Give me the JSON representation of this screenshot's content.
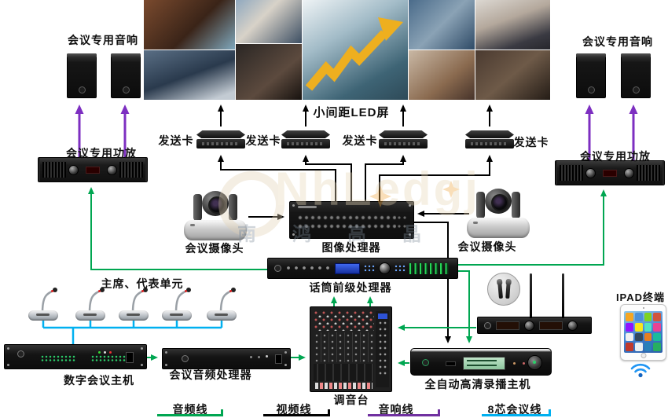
{
  "screen": {
    "label": "小间距LED屏"
  },
  "speakers": {
    "left": "会议专用音响",
    "right": "会议专用音响"
  },
  "amplifiers": {
    "left": "会议专用功放",
    "right": "会议专用功放"
  },
  "sending_cards": [
    "发送卡",
    "发送卡",
    "发送卡",
    "发送卡"
  ],
  "image_processor": {
    "label": "图像处理器"
  },
  "cameras": {
    "left": "会议摄像头",
    "right": "会议摄像头"
  },
  "mic_preamp": {
    "label": "话筒前级处理器"
  },
  "delegate_units": {
    "label": "主席、代表单元"
  },
  "conference_host": {
    "label": "数字会议主机"
  },
  "audio_processor": {
    "label": "会议音频处理器"
  },
  "mixer": {
    "label": "调音台"
  },
  "recorder": {
    "label": "全自动高清录播主机"
  },
  "ipad": {
    "label": "IPAD终端"
  },
  "legend": [
    {
      "label": "音频线",
      "color": "#00a651"
    },
    {
      "label": "视频线",
      "color": "#000000"
    },
    {
      "label": "音响线",
      "color": "#7030a0"
    },
    {
      "label": "8芯会议线",
      "color": "#00b0f0"
    }
  ],
  "watermark": {
    "text": "NhLedgj",
    "subtext": "南鸿高晶"
  },
  "colors": {
    "audio_line": "#00a651",
    "video_line": "#000000",
    "speaker_line": "#7d2fc1",
    "conference_line": "#00b0f0"
  }
}
